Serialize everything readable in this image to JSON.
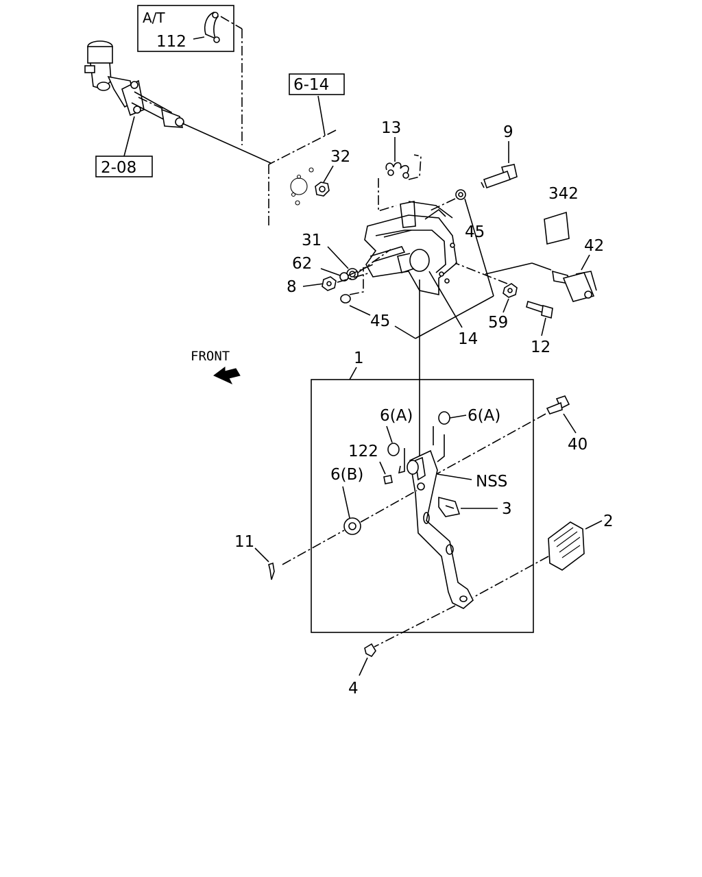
{
  "labels": {
    "at": "A/T",
    "p112": "112",
    "ref614": "6-14",
    "ref208": "2-08",
    "p32": "32",
    "p13": "13",
    "p9": "9",
    "p342": "342",
    "p42": "42",
    "p45a": "45",
    "p31": "31",
    "p62": "62",
    "p8": "8",
    "p45b": "45",
    "p14": "14",
    "p59": "59",
    "p12": "12",
    "front": "FRONT",
    "p1": "1",
    "p6a1": "6(A)",
    "p6a2": "6(A)",
    "p40": "40",
    "p122": "122",
    "p6b": "6(B)",
    "nss": "NSS",
    "p3": "3",
    "p2": "2",
    "p11": "11",
    "p4": "4"
  },
  "colors": {
    "ink": "#000000",
    "paper": "#ffffff"
  }
}
